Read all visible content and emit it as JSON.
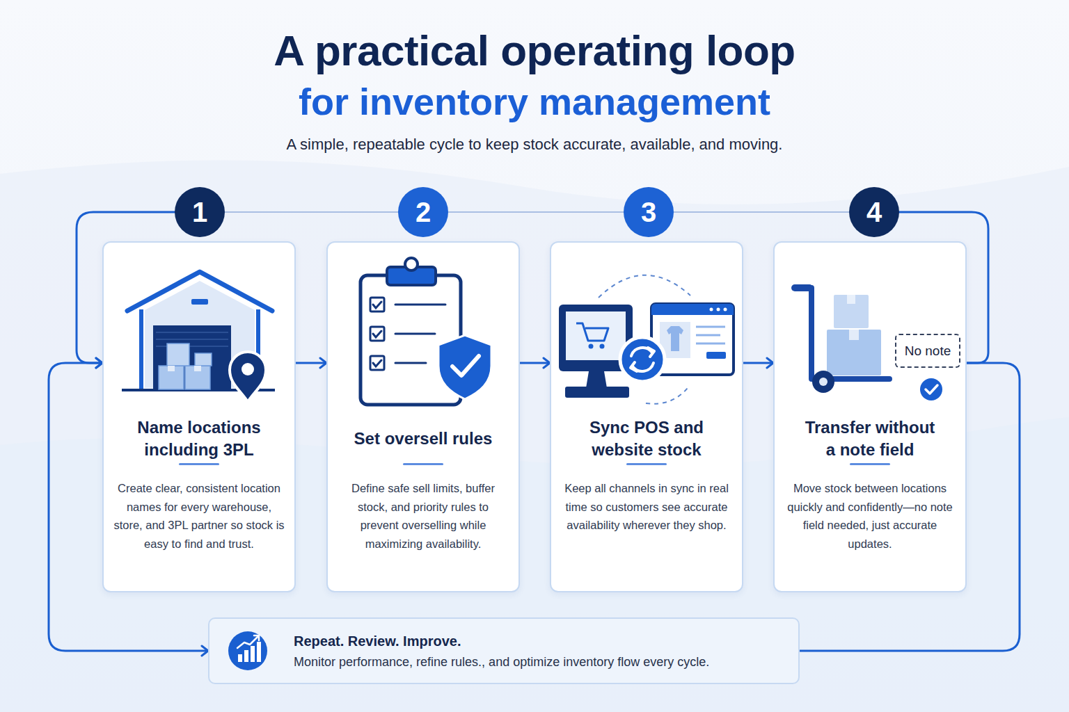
{
  "diagram": {
    "title": "A practical operating loop",
    "caption": "A simple, repeatable cycle to keep stock accurate, available, and moving.",
    "nodes": [
      {
        "text": [
          "1"
        ]
      },
      {
        "text": [
          "Name locations including 3PL",
          "Create clear, consistent location names for every warehouse, store, and 3PL partner so stock is easy to find and trust."
        ]
      },
      {
        "text": [
          "2"
        ]
      },
      {
        "text": [
          "Set oversell rules",
          "Define safe sell limits, buffer stock, and priority rules to prevent overselling while maximizing availability."
        ]
      },
      {
        "text": [
          "3"
        ]
      },
      {
        "text": [
          "Sync POS and website stock",
          "Keep all channels in sync in real time so customers see accurate availability wherever they shop."
        ]
      },
      {
        "text": [
          "4"
        ]
      },
      {
        "text": [
          "Transfer without a note field",
          "Move stock between locations quickly and confidently—no note field needed, just accurate updates."
        ]
      },
      {
        "text": [
          "No note"
        ],
        "in": 7
      },
      {
        "text": [
          "Repeat. Review. Improve.",
          "Monitor performance, refine rules., and optimize inventory flow every cycle."
        ]
      }
    ],
    "edges": [
      {
        "from": 1,
        "to": 3,
        "arrow": "to"
      },
      {
        "from": 3,
        "to": 5,
        "arrow": "to"
      },
      {
        "from": 5,
        "to": 7,
        "arrow": "to"
      },
      {
        "from": 7,
        "to": 9,
        "arrow": "none"
      },
      {
        "from": 9,
        "to": 1,
        "arrow": "both"
      },
      {
        "from": 0,
        "to": 2,
        "arrow": "none"
      },
      {
        "from": 2,
        "to": 4,
        "arrow": "none"
      },
      {
        "from": 4,
        "to": 6,
        "arrow": "none"
      },
      {
        "from": 0,
        "to": 1,
        "arrow": "to"
      },
      {
        "from": 6,
        "to": 7,
        "arrow": "none"
      }
    ],
    "labels": [
      "for inventory management"
    ]
  }
}
